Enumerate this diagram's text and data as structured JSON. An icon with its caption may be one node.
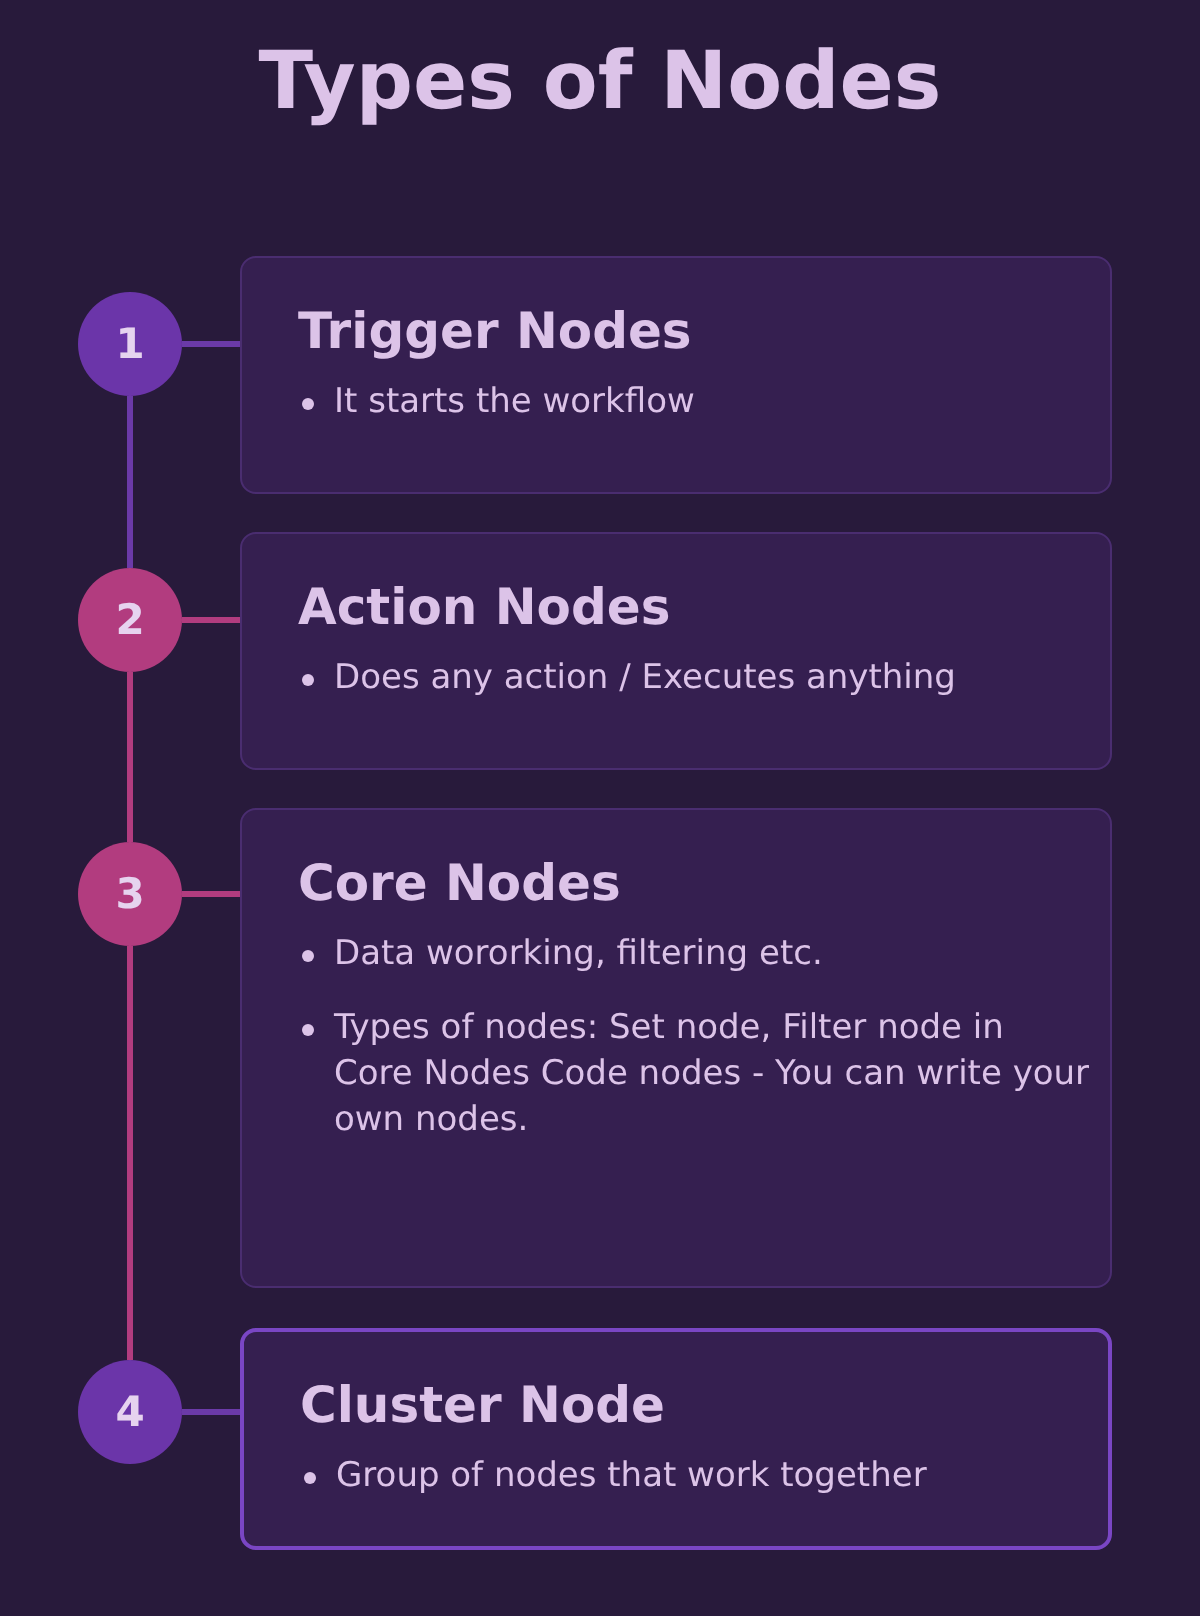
{
  "diagram": {
    "title": "Types of Nodes",
    "nodes": [
      {
        "text": [
          "1"
        ]
      },
      {
        "text": [
          "Trigger Nodes",
          "It starts the workflow"
        ]
      },
      {
        "text": [
          "2"
        ]
      },
      {
        "text": [
          "Action Nodes",
          "Does any action / Executes anything"
        ]
      },
      {
        "text": [
          "3"
        ]
      },
      {
        "text": [
          "Core Nodes",
          "Data wororking, filtering etc.",
          "Types of nodes: Set node, Filter node in Core Nodes Code nodes - You can write your own nodes."
        ]
      },
      {
        "text": [
          "4"
        ]
      },
      {
        "text": [
          "Cluster Node",
          "Group of nodes that work together"
        ]
      }
    ],
    "edges": [
      {
        "from": 0,
        "to": 1,
        "arrow": "none",
        "color": "#6b3aa8"
      },
      {
        "from": 0,
        "to": 2,
        "arrow": "none",
        "color": "#6b3aa8"
      },
      {
        "from": 2,
        "to": 3,
        "arrow": "none"
      },
      {
        "from": 2,
        "to": 4,
        "arrow": "none"
      },
      {
        "from": 4,
        "to": 5,
        "arrow": "none"
      },
      {
        "from": 4,
        "to": 6,
        "arrow": "none"
      },
      {
        "from": 6,
        "to": 7,
        "arrow": "none",
        "color": "#6b3aa8"
      }
    ]
  }
}
